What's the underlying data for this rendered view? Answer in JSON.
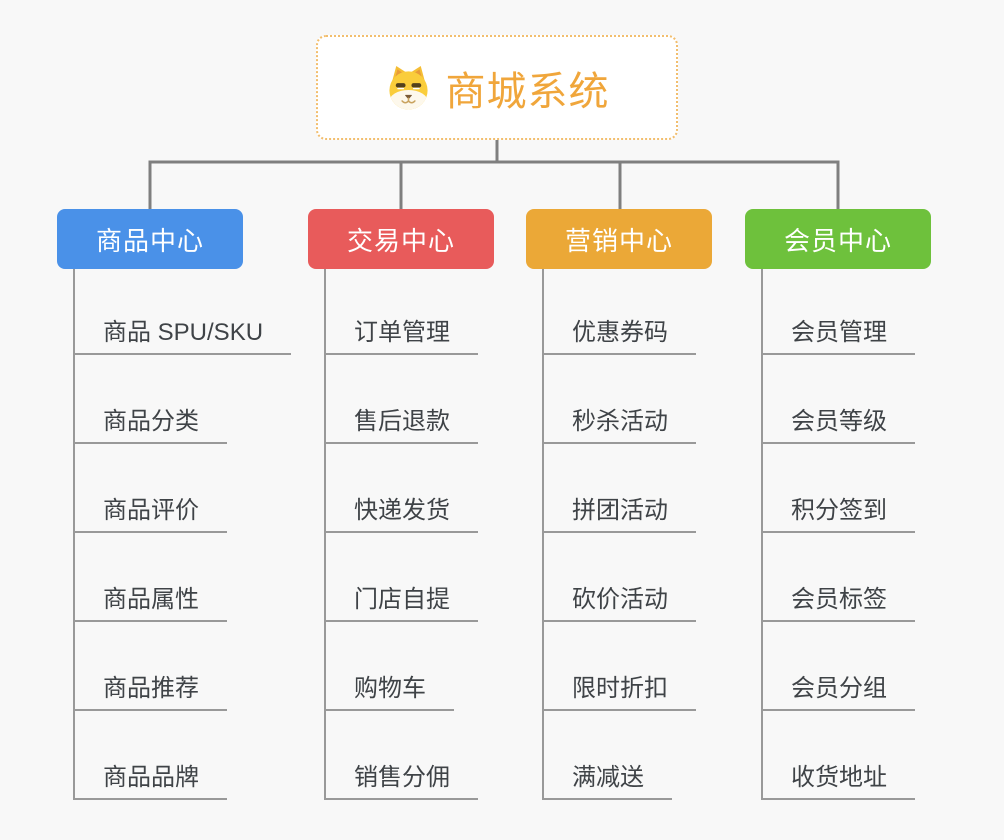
{
  "root": {
    "title": "商城系统",
    "icon": "dog-face-icon"
  },
  "branches": [
    {
      "label": "商品中心",
      "color": "#4A91E8",
      "children": [
        "商品 SPU/SKU",
        "商品分类",
        "商品评价",
        "商品属性",
        "商品推荐",
        "商品品牌"
      ]
    },
    {
      "label": "交易中心",
      "color": "#E85B5B",
      "children": [
        "订单管理",
        "售后退款",
        "快递发货",
        "门店自提",
        "购物车",
        "销售分佣"
      ]
    },
    {
      "label": "营销中心",
      "color": "#EBA837",
      "children": [
        "优惠券码",
        "秒杀活动",
        "拼团活动",
        "砍价活动",
        "限时折扣",
        "满减送"
      ]
    },
    {
      "label": "会员中心",
      "color": "#6EC13C",
      "children": [
        "会员管理",
        "会员等级",
        "积分签到",
        "会员标签",
        "会员分组",
        "收货地址"
      ]
    }
  ],
  "colors": {
    "background": "#F8F8F8",
    "connector": "#7F7F7F",
    "child_line": "#999999",
    "child_text": "#3F4347",
    "root_border": "#F2BE6E",
    "root_text": "#F0A63B"
  }
}
